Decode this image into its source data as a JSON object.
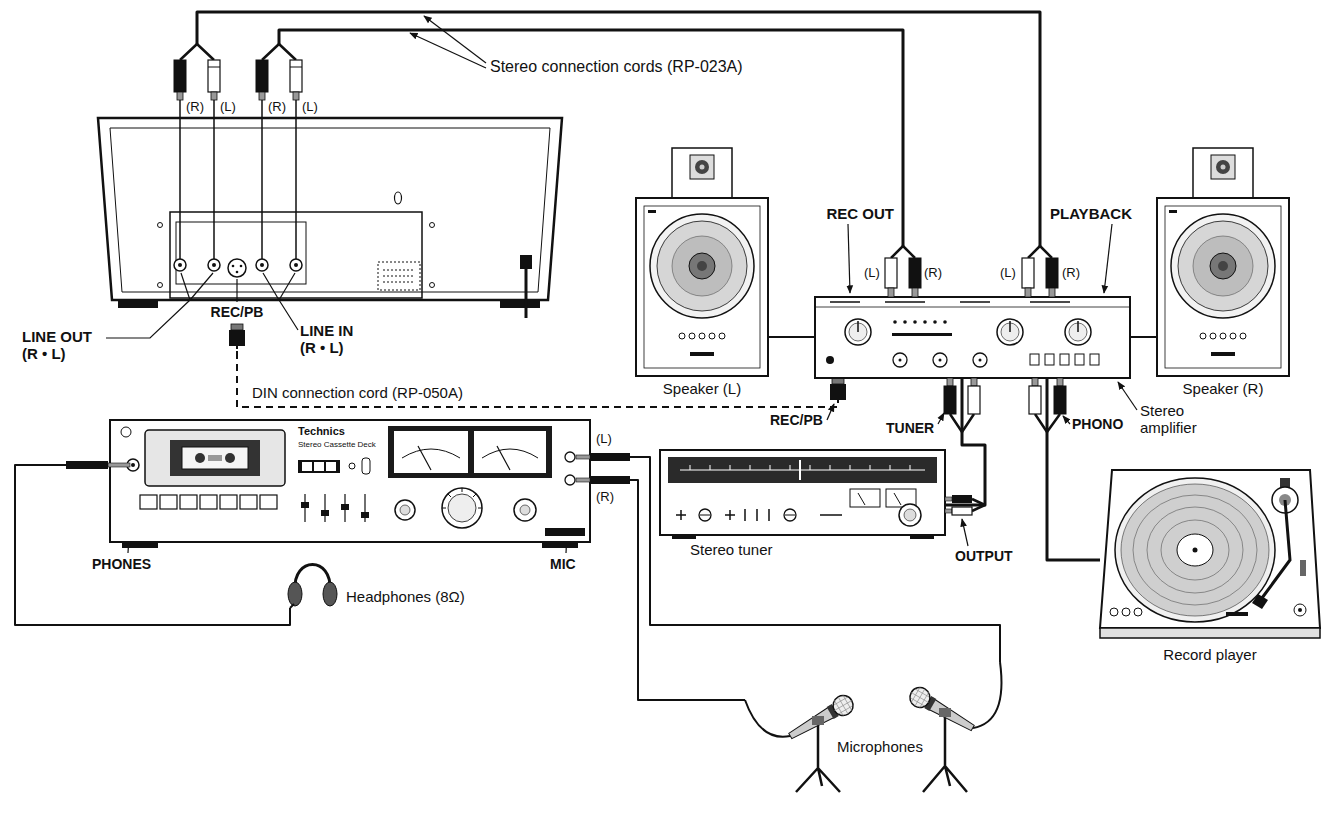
{
  "diagram": {
    "nodes": [
      {
        "text": [
          "LINE OUT (R • L)",
          "REC/PB",
          "LINE IN (R • L)"
        ]
      },
      {
        "text": [
          "Speaker (L)"
        ]
      },
      {
        "text": [
          "Stereo amplifier"
        ]
      },
      {
        "text": [
          "Speaker (R)"
        ]
      },
      {
        "text": [
          "Technics",
          "Stereo Cassette Deck"
        ]
      },
      {
        "text": [
          "Stereo tuner"
        ]
      },
      {
        "text": [
          "Record player"
        ]
      },
      {
        "text": [
          "Headphones (8Ω)"
        ]
      },
      {
        "text": [
          "Microphones"
        ]
      }
    ],
    "edges": [
      {
        "from": 0,
        "to": 2,
        "arrow": "none"
      },
      {
        "from": 0,
        "to": 2,
        "arrow": "none"
      },
      {
        "from": 0,
        "to": 2,
        "label": "DIN connection cord (RP-050A)",
        "arrow": "none"
      },
      {
        "from": 1,
        "to": 2,
        "arrow": "none"
      },
      {
        "from": 2,
        "to": 3,
        "arrow": "none"
      },
      {
        "from": 5,
        "to": 2,
        "arrow": "none"
      },
      {
        "from": 6,
        "to": 2,
        "arrow": "none"
      },
      {
        "from": 4,
        "to": 7,
        "arrow": "none"
      },
      {
        "from": 4,
        "to": 8,
        "arrow": "none"
      },
      {
        "from": 4,
        "to": 8,
        "arrow": "none"
      }
    ],
    "labels": [
      "Stereo connection cords (RP-023A)",
      "(R)",
      "(L)",
      "(R)",
      "(L)",
      "REC OUT",
      "PLAYBACK",
      "(L)",
      "(R)",
      "(L)",
      "(R)",
      "REC/PB",
      "TUNER",
      "PHONO",
      "OUTPUT",
      "PHONES",
      "MIC",
      "(L)",
      "(R)"
    ]
  }
}
